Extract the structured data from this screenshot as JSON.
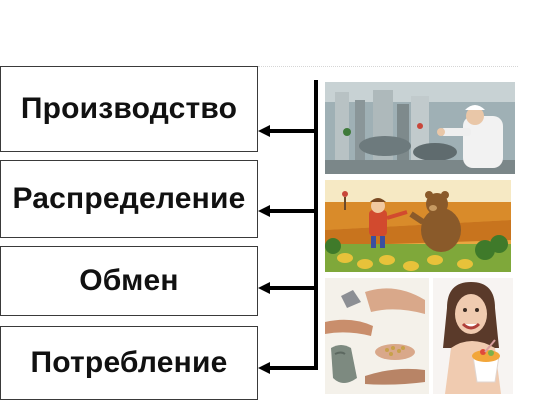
{
  "diagram": {
    "stages": [
      {
        "label": "Производство"
      },
      {
        "label": "Распределение"
      },
      {
        "label": "Обмен"
      },
      {
        "label": "Потребление"
      }
    ],
    "images": [
      {
        "subject": "factory-worker-photo"
      },
      {
        "subject": "bear-and-peasant-illustration"
      },
      {
        "subject": "hands-exchange-photo"
      },
      {
        "subject": "woman-eating-dessert-photo"
      }
    ],
    "colors": {
      "box_border": "#3a3a3a",
      "text": "#111111",
      "arrows": "#000000"
    }
  }
}
